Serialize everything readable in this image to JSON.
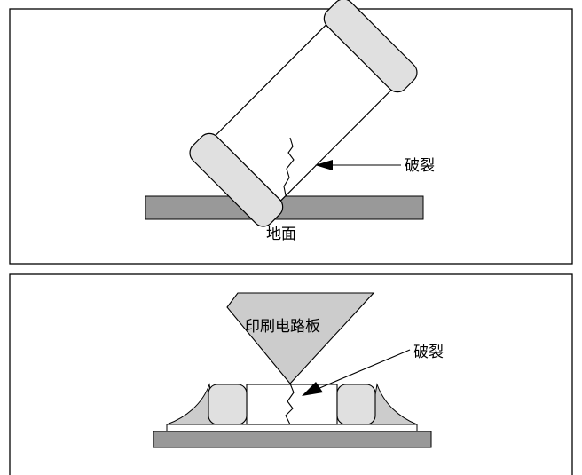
{
  "panel_top": {
    "crack_label": "破裂",
    "ground_label": "地面"
  },
  "panel_bottom": {
    "pcb_label": "印刷电路板",
    "crack_label": "破裂"
  },
  "colors": {
    "ground": "#999999",
    "pcb": "#cccccc",
    "cap": "#e0e0e0",
    "stroke": "#000000",
    "frame": "#000000",
    "background": "#ffffff"
  }
}
